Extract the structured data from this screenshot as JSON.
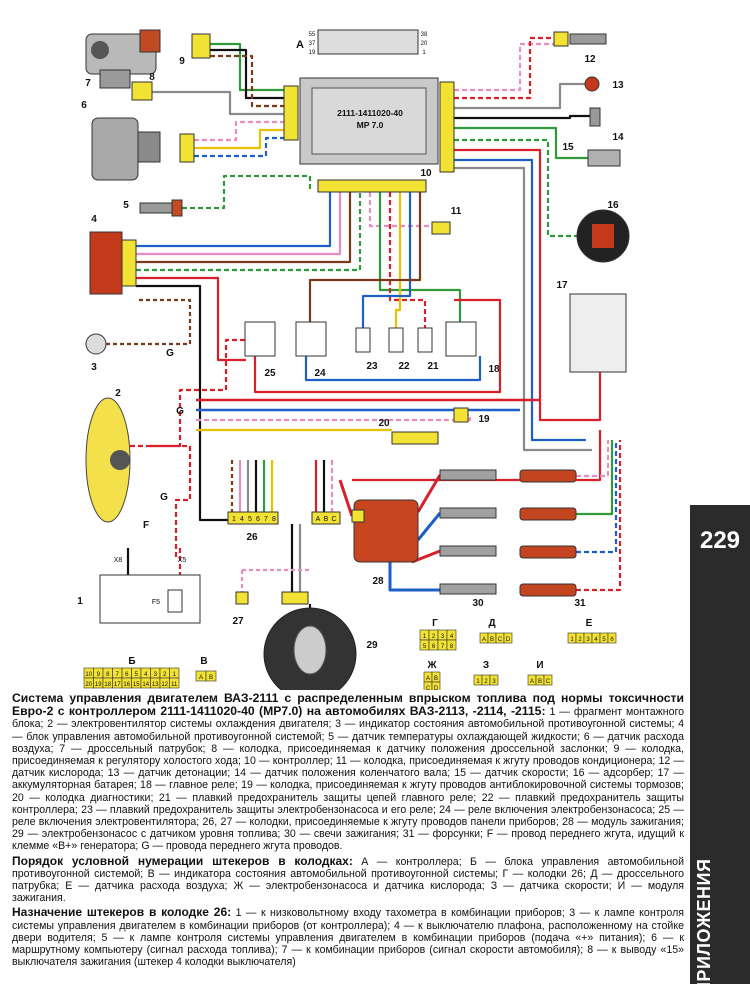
{
  "page": {
    "number": "229",
    "section": "ПРИЛОЖЕНИЯ"
  },
  "diagram": {
    "controller_label_line1": "2111-1411020-40",
    "controller_label_line2": "MP 7.0",
    "connector_a_letter": "A",
    "connector_a_pins": [
      "55",
      "37",
      "19",
      "38",
      "20",
      "1"
    ],
    "callouts": [
      "1",
      "2",
      "3",
      "4",
      "5",
      "6",
      "7",
      "8",
      "9",
      "10",
      "11",
      "12",
      "13",
      "14",
      "15",
      "16",
      "17",
      "18",
      "19",
      "20",
      "21",
      "22",
      "23",
      "24",
      "25",
      "26",
      "27",
      "28",
      "29",
      "30",
      "31"
    ],
    "wire_letters": [
      "G",
      "G",
      "F",
      "G"
    ],
    "x_labels": [
      "X8",
      "X5"
    ],
    "fuse_block_label": "F5",
    "block26_pins": [
      "1",
      "4",
      "5",
      "6",
      "7",
      "8"
    ],
    "block_vi_pins": [
      "A",
      "B",
      "C",
      "D",
      "E"
    ],
    "legend_connectors": {
      "B_letter": "Б",
      "B_row1": [
        "10",
        "9",
        "8",
        "7",
        "6",
        "5",
        "4",
        "3",
        "2",
        "1"
      ],
      "B_row2": [
        "20",
        "19",
        "18",
        "17",
        "16",
        "15",
        "14",
        "13",
        "12",
        "11"
      ],
      "V_letter": "В",
      "V_pins": [
        "A",
        "B"
      ],
      "G_letter": "Г",
      "G_row1": [
        "1",
        "2",
        "3",
        "4"
      ],
      "G_row2": [
        "5",
        "6",
        "7",
        "8"
      ],
      "D_letter": "Д",
      "D_pins": [
        "A",
        "B",
        "C",
        "D"
      ],
      "E_letter": "Е",
      "E_pins": [
        "1",
        "2",
        "3",
        "4",
        "5",
        "6"
      ],
      "ZH_letter": "Ж",
      "ZH_pins": [
        "A",
        "B",
        "C",
        "D"
      ],
      "Z_letter": "З",
      "Z_pins": [
        "1",
        "2",
        "3"
      ],
      "I_letter": "И",
      "I_pins": [
        "A",
        "B",
        "C"
      ]
    },
    "colors": {
      "red": "#d9202a",
      "blue": "#1d5fc4",
      "green": "#2e9a3c",
      "yellow": "#e8c200",
      "brown": "#7a3a1a",
      "pink": "#e88cc4",
      "gray": "#8a8a8a",
      "black": "#111111",
      "connector_yellow": "#f2e233"
    }
  },
  "caption": {
    "title": "Система управления двигателем ВАЗ-2111 с распределенным впрыском топлива под нормы токсичности Евро-2 с контроллером 2111-1411020-40 (МР7.0) на автомобилях ВАЗ-2113, -2114, -2115:",
    "legend": " 1 — фрагмент монтажного блока; 2 — электровентилятор системы охлаждения двигателя; 3 — индикатор состояния автомобильной противоугонной системы; 4 — блок управления автомобильной противоугонной системой; 5 — датчик температуры охлаждающей жидкости; 6 — датчик расхода воздуха; 7 — дроссельный патрубок; 8 — колодка, присоединяемая к датчику положения дроссельной заслонки; 9 — колодка, присоединяемая к регулятору холостого хода; 10 — контроллер; 11 — колодка, присоединяемая к жгуту проводов кондиционера; 12 — датчик кислорода; 13 — датчик детонации; 14 — датчик положения коленчатого вала; 15 — датчик скорости; 16 — адсорбер; 17 — аккумуляторная батарея; 18 — главное реле; 19 — колодка, присоединяемая к жгуту проводов антиблокировочной системы тормозов; 20 — колодка диагностики; 21 — плавкий предохранитель защиты цепей главного реле; 22 — плавкий предохранитель защиты контроллера; 23 — плавкий предохранитель защиты электробензонасоса и его реле; 24 — реле включения электробензонасоса; 25 — реле включения электровентилятора; 26, 27 — колодки, присоединяемые к жгуту проводов панели приборов; 28 — модуль зажигания; 29 — электробензонасос с датчиком уровня топлива; 30 — свечи зажигания; 31 — форсунки; F — провод переднего жгута, идущий к клемме «В+» генератора; G — провода переднего жгута проводов.",
    "order_heading": "Порядок условной нумерации штекеров в колодках:",
    "order_text": " А — контроллера; Б — блока управления автомобильной противоугонной системой; В — индикатора состояния автомобильной противоугонной системы; Г — колодки 26; Д — дроссельного патрубка; Е — датчика расхода воздуха; Ж — электробензонасоса и датчика кислорода; З — датчика скорости; И — модуля зажигания.",
    "purpose_heading": "Назначение штекеров в колодке 26:",
    "purpose_text": " 1 — к низковольтному входу тахометра в комбинации приборов; 3 — к лампе контроля системы управления двигателем в комбинации приборов (от контроллера); 4 — к выключателю плафона, расположенному на стойке двери водителя; 5 — к лампе контроля системы управления двигателем в комбинации приборов (подача «+» питания); 6 — к маршрутному компьютеру (сигнал расхода топлива); 7 — к комбинации приборов (сигнал скорости автомобиля); 8 — к выводу «15» выключателя зажигания (штекер 4 колодки выключателя)"
  }
}
